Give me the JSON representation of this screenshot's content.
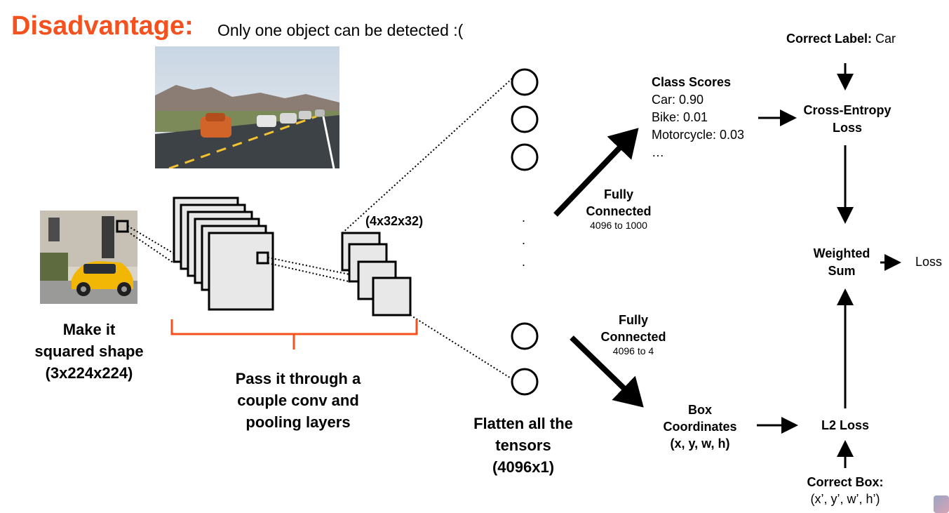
{
  "header": {
    "title": "Disadvantage:",
    "subtitle": "Only one object can be detected :("
  },
  "input": {
    "label_line1": "Make it",
    "label_line2": "squared shape",
    "label_line3": "(3x224x224)"
  },
  "conv": {
    "feature_size": "(4x32x32)",
    "label_line1": "Pass it through a",
    "label_line2": "couple conv and",
    "label_line3": "pooling layers"
  },
  "flatten": {
    "label_line1": "Flatten all the",
    "label_line2": "tensors",
    "label_line3": "(4096x1)",
    "ellipsis": "."
  },
  "fc_class": {
    "line1": "Fully",
    "line2": "Connected",
    "dims": "4096 to 1000"
  },
  "fc_box": {
    "line1": "Fully",
    "line2": "Connected",
    "dims": "4096 to 4"
  },
  "class_scores": {
    "title": "Class Scores",
    "items": [
      "Car: 0.90",
      "Bike: 0.01",
      "Motorcycle: 0.03",
      "…"
    ]
  },
  "box_coords": {
    "line1": "Box",
    "line2": "Coordinates",
    "line3": "(x, y, w, h)"
  },
  "correct_label": {
    "prefix": "Correct Label:",
    "value": "Car"
  },
  "cross_entropy": {
    "line1": "Cross-Entropy",
    "line2": "Loss"
  },
  "weighted_sum": {
    "line1": "Weighted",
    "line2": "Sum"
  },
  "loss": "Loss",
  "l2_loss": "L2 Loss",
  "correct_box": {
    "title": "Correct Box:",
    "value": "(x’, y’, w’, h’)"
  },
  "colors": {
    "accent": "#f4511e",
    "box_fill": "#e8e8e8"
  }
}
